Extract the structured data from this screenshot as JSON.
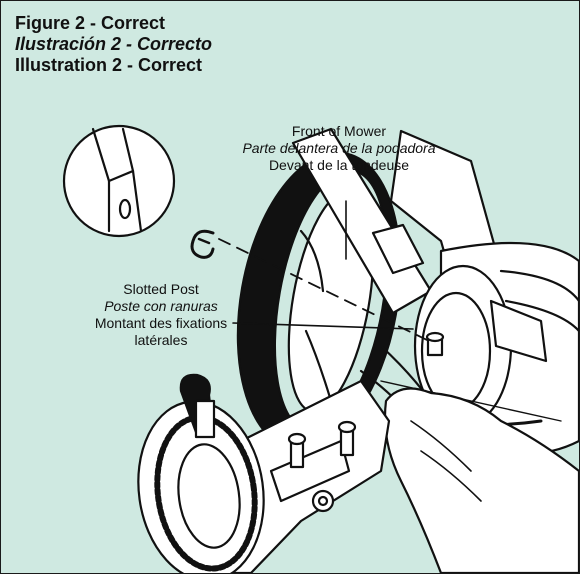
{
  "titles": {
    "en": "Figure 2 - Correct",
    "es": "Ilustración 2 - Correcto",
    "fr": "Illustration 2 - Correct"
  },
  "callouts": {
    "front_of_mower": {
      "en": "Front of Mower",
      "es": "Parte delantera de la podadora",
      "fr": "Devant de la tondeuse"
    },
    "slotted_post": {
      "en": "Slotted Post",
      "es": "Poste con ranuras",
      "fr_line1": "Montant des fixations",
      "fr_line2": "latérales"
    }
  },
  "colors": {
    "panel_background": "#cfe9e1",
    "line_art": "#111111"
  }
}
